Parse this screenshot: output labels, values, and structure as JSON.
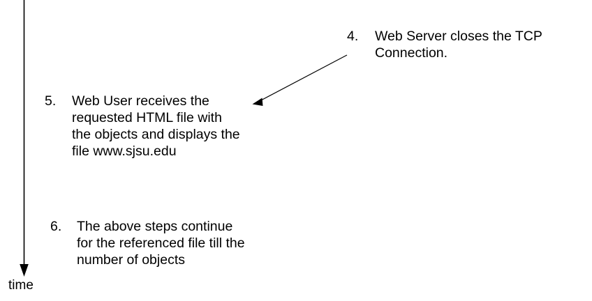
{
  "diagram": {
    "background_color": "#ffffff",
    "ink_color": "#000000",
    "axis": {
      "label": "time",
      "icon": "down-arrow-icon"
    },
    "connector": {
      "icon": "diagonal-arrow-icon",
      "from_step": "4",
      "to_step": "5"
    },
    "steps": [
      {
        "number": "4.",
        "lines": [
          "Web Server closes the TCP",
          "Connection."
        ]
      },
      {
        "number": "5.",
        "lines": [
          "Web User receives the",
          "requested HTML file with",
          "the objects and displays the",
          "file www.sjsu.edu"
        ]
      },
      {
        "number": "6.",
        "lines": [
          "The above steps continue",
          "for the referenced file till the",
          "number of objects"
        ]
      }
    ]
  }
}
